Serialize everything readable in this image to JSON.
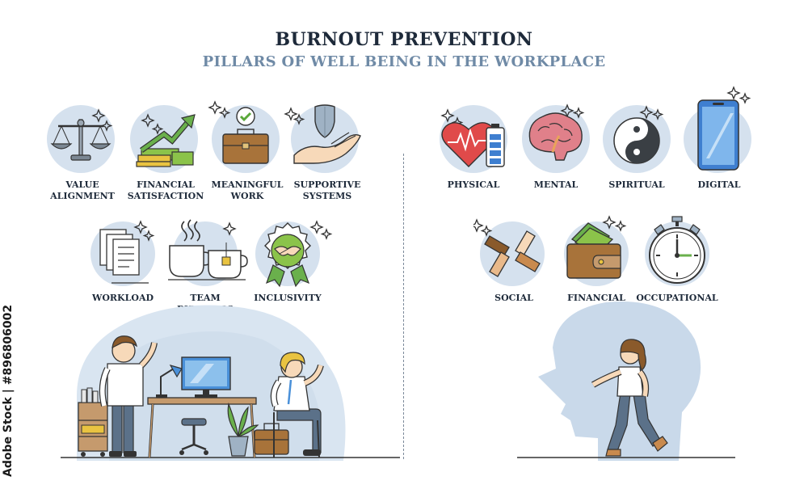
{
  "title": "BURNOUT PREVENTION",
  "subtitle": "PILLARS OF WELL BEING IN THE WORKPLACE",
  "workplace_pillars": [
    {
      "line1": "VALUE",
      "line2": "ALIGNMENT",
      "icon": "scales-icon"
    },
    {
      "line1": "FINANCIAL",
      "line2": "SATISFACTION",
      "icon": "money-growth-icon"
    },
    {
      "line1": "MEANINGFUL",
      "line2": "WORK",
      "icon": "briefcase-check-icon"
    },
    {
      "line1": "SUPPORTIVE",
      "line2": "SYSTEMS",
      "icon": "hand-shield-icon"
    },
    {
      "line1": "WORKLOAD",
      "line2": "",
      "icon": "documents-icon"
    },
    {
      "line1": "TEAM",
      "line2": "DYNAMICS",
      "icon": "coffee-cups-icon"
    },
    {
      "line1": "INCLUSIVITY",
      "line2": "",
      "icon": "handshake-badge-icon"
    }
  ],
  "wellbeing_pillars": [
    {
      "line1": "PHYSICAL",
      "icon": "heart-battery-icon"
    },
    {
      "line1": "MENTAL",
      "icon": "brain-icon"
    },
    {
      "line1": "SPIRITUAL",
      "icon": "yin-yang-icon"
    },
    {
      "line1": "DIGITAL",
      "icon": "smartphone-icon"
    },
    {
      "line1": "SOCIAL",
      "icon": "hands-together-icon"
    },
    {
      "line1": "FINANCIAL",
      "icon": "wallet-icon"
    },
    {
      "line1": "OCCUPATIONAL",
      "icon": "stopwatch-icon"
    }
  ],
  "watermark": "Adobe Stock | #896806002",
  "colors": {
    "circle": "#d5e1ee",
    "accent_blue": "#4a90d9",
    "title": "#1e2a3a",
    "subtitle": "#6f8aa6"
  }
}
